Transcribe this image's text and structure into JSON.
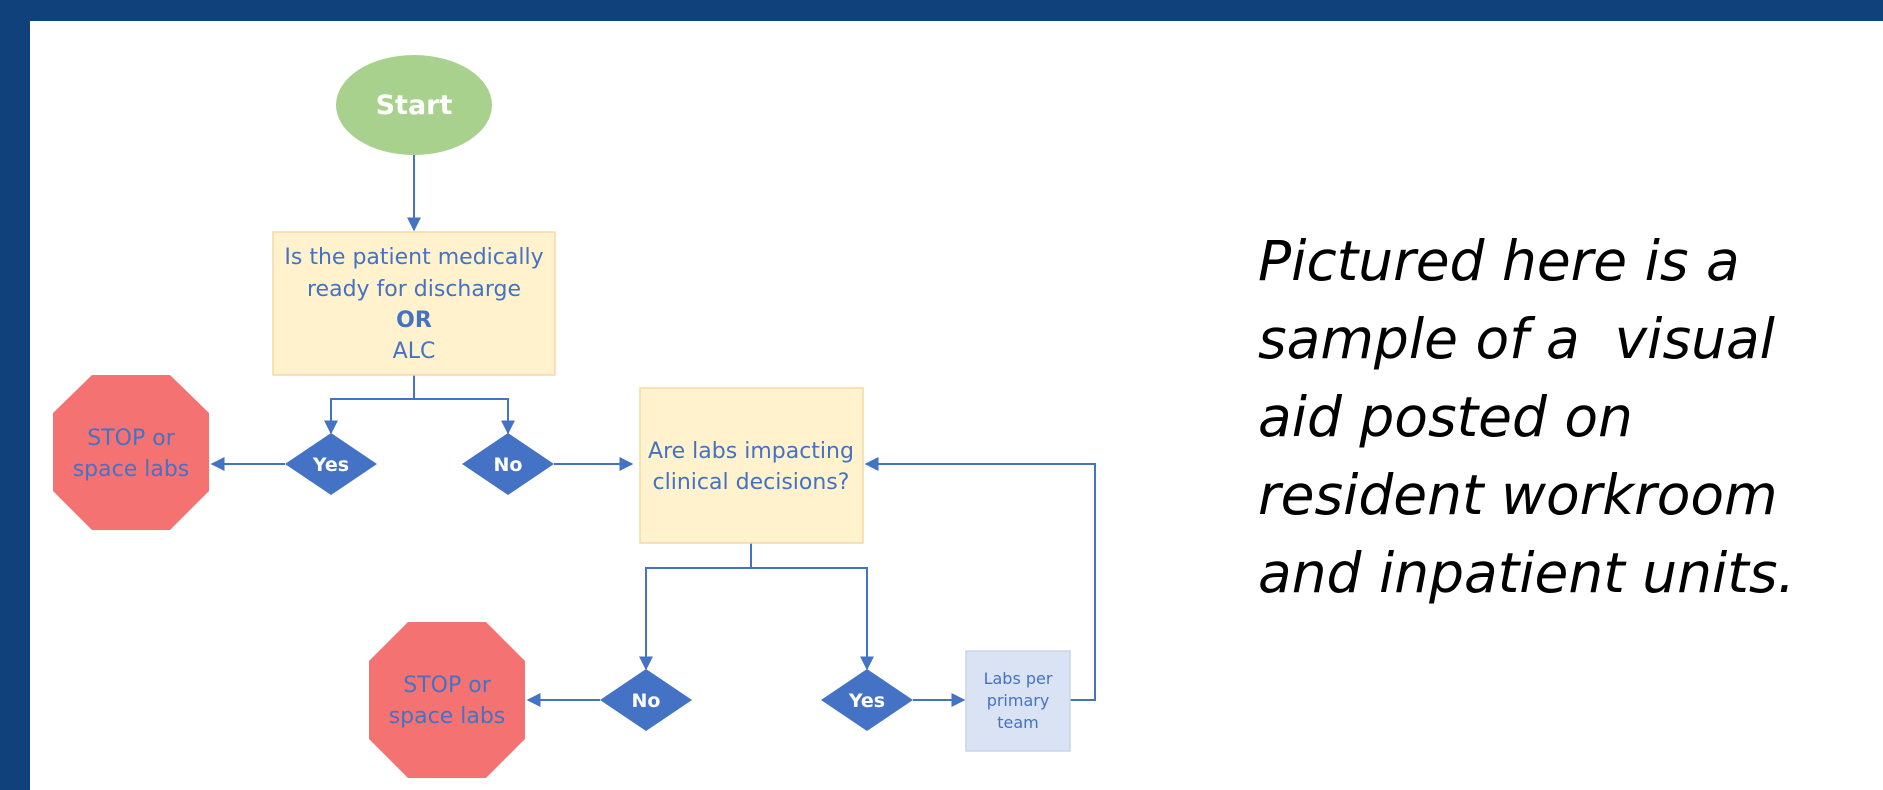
{
  "diagram": {
    "start": {
      "label": "Start"
    },
    "q1": {
      "lines": [
        "Is the patient medically",
        "ready for discharge",
        "OR",
        "ALC"
      ]
    },
    "q1_yes": {
      "label": "Yes"
    },
    "q1_no": {
      "label": "No"
    },
    "stop1": {
      "lines": [
        "STOP or",
        "space labs"
      ]
    },
    "q2": {
      "lines": [
        "Are labs impacting",
        "clinical decisions?"
      ]
    },
    "q2_no": {
      "label": "No"
    },
    "q2_yes": {
      "label": "Yes"
    },
    "stop2": {
      "lines": [
        "STOP or",
        "space labs"
      ]
    },
    "labs_box": {
      "lines": [
        "Labs per",
        "primary",
        "team"
      ]
    }
  },
  "caption": {
    "lines": [
      "Pictured here is a",
      "sample of a  visual",
      "aid posted on",
      "resident workroom",
      "and inpatient units."
    ]
  },
  "colors": {
    "background": "#11417A",
    "start_fill": "#A9D18E",
    "question_fill": "#FFF2CC",
    "question_border": "#F4D9A6",
    "stop_fill": "#F47272",
    "diamond_fill": "#4472C4",
    "labs_box_fill": "#DAE3F3",
    "line": "#4472C4"
  }
}
